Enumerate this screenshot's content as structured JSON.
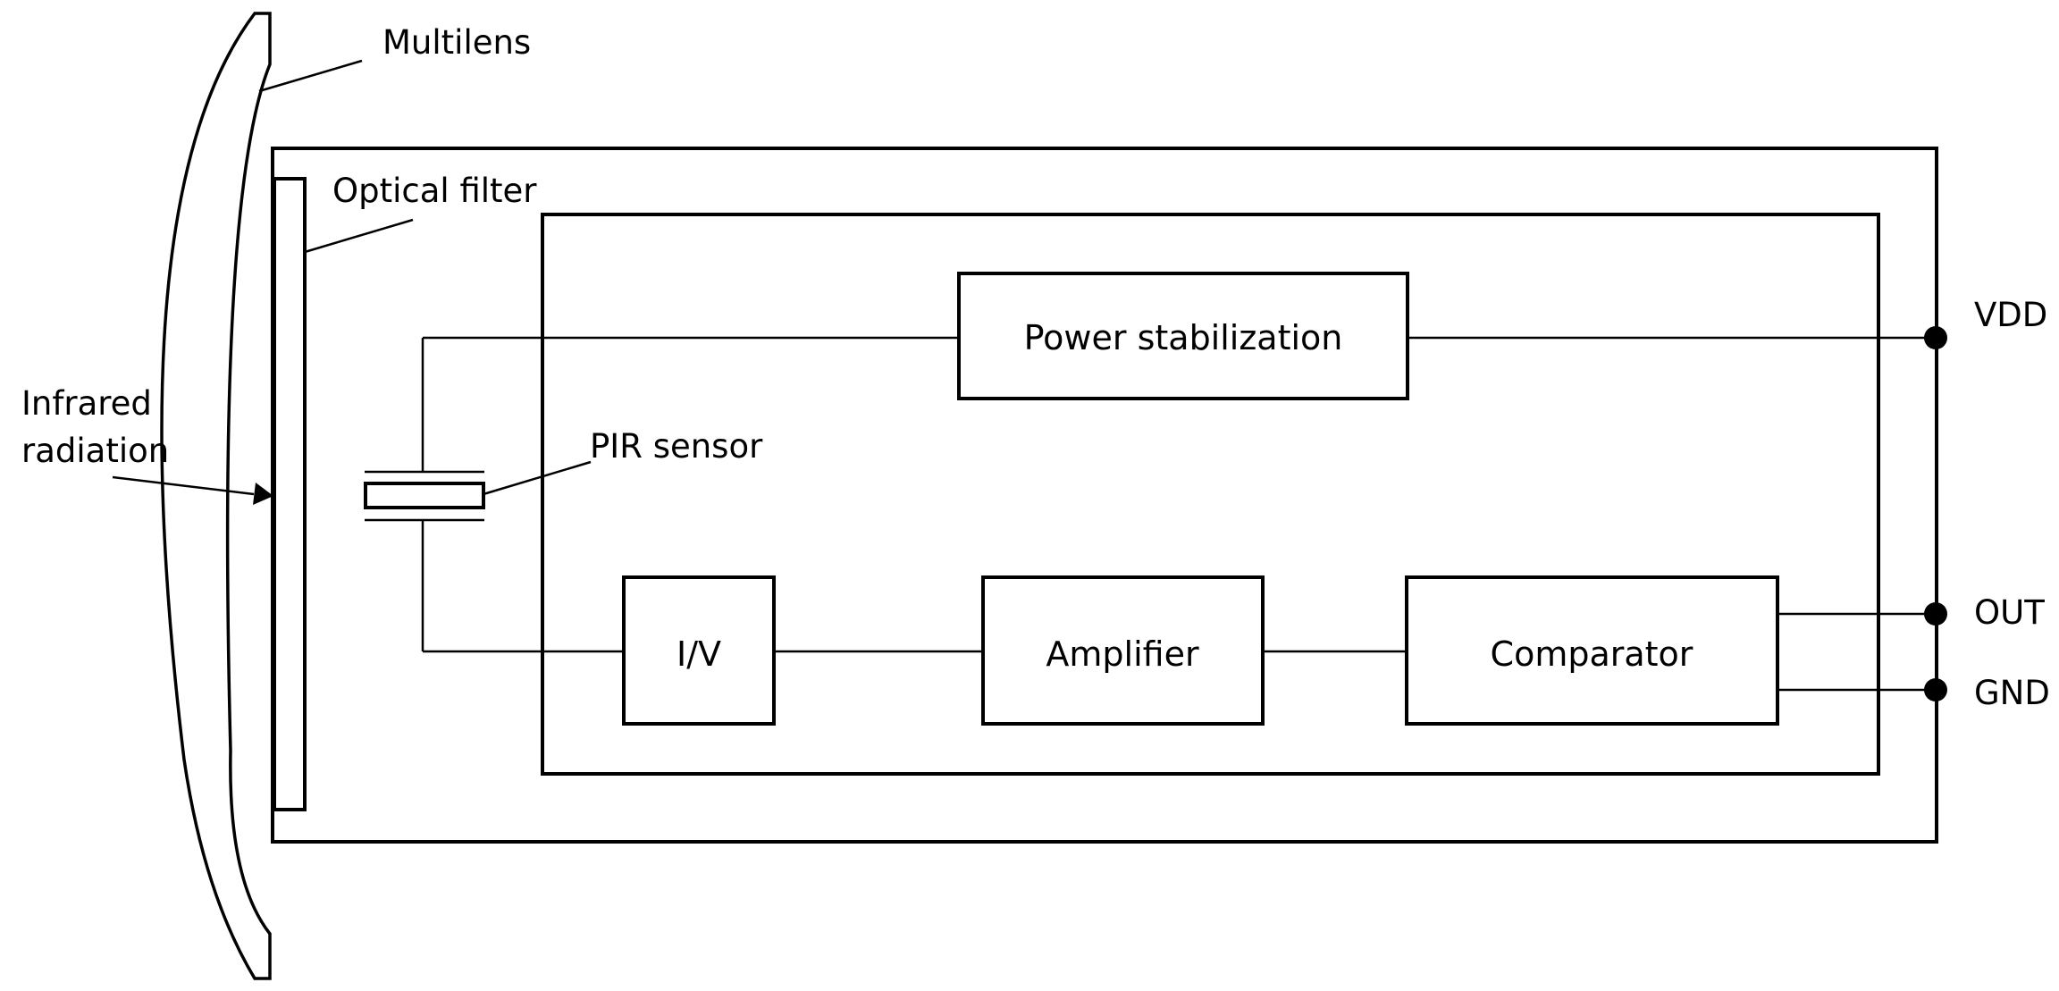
{
  "labels": {
    "multilens": "Multilens",
    "optical_filter": "Optical filter",
    "infrared_line1": "Infrared",
    "infrared_line2": "radiation",
    "pir_sensor": "PIR sensor"
  },
  "blocks": {
    "power": "Power stabilization",
    "iv": "I/V",
    "amplifier": "Amplifier",
    "comparator": "Comparator"
  },
  "pins": {
    "vdd": "VDD",
    "out": "OUT",
    "gnd": "GND"
  }
}
